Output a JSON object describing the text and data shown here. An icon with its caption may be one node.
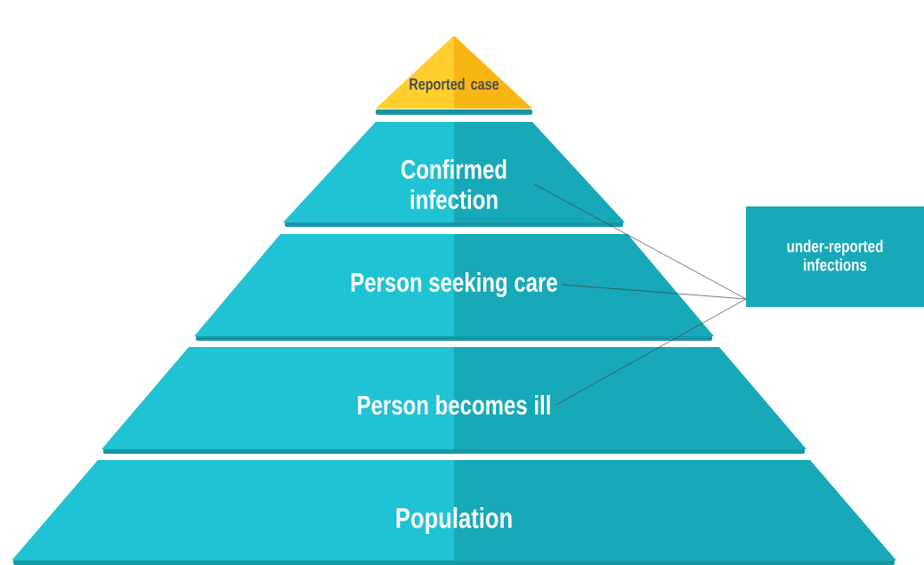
{
  "diagram": {
    "nodes": [
      {
        "text": [
          "Reported case"
        ]
      },
      {
        "text": [
          "Confirmed infection"
        ]
      },
      {
        "text": [
          "Person seeking care"
        ]
      },
      {
        "text": [
          "Person becomes ill"
        ]
      },
      {
        "text": [
          "Population"
        ]
      },
      {
        "text": [
          "under-reported infections"
        ]
      }
    ],
    "edges": [
      {
        "from": 5,
        "to": 1,
        "arrow": "none"
      },
      {
        "from": 5,
        "to": 2,
        "arrow": "none"
      },
      {
        "from": 5,
        "to": 3,
        "arrow": "none"
      }
    ]
  }
}
